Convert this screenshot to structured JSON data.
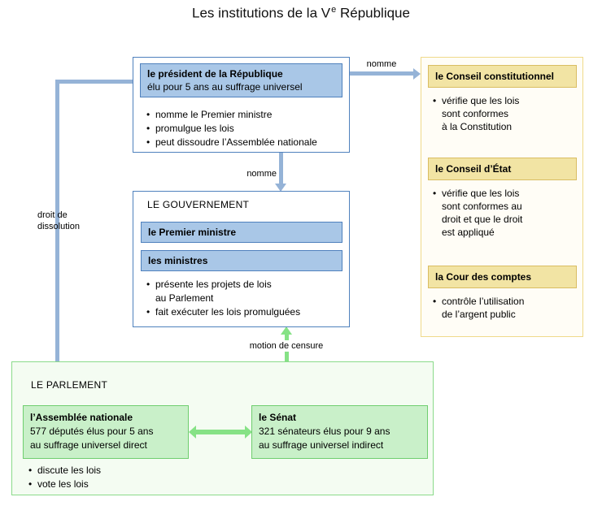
{
  "colors": {
    "blue_border": "#4f81bd",
    "blue_fill": "#a9c7e7",
    "blue_arrow": "#95b3d7",
    "yellow_fill": "#f2e4a4",
    "yellow_border": "#d9bd62",
    "green_fill": "#c9f0c9",
    "green_border": "#6fce6f",
    "green_arrow": "#86e286"
  },
  "title": {
    "prefix": "Les institutions de la V",
    "sup": "e",
    "suffix": " République"
  },
  "president": {
    "title": "le président de la République",
    "subtitle": "élu pour 5 ans au suffrage universel",
    "bullets": [
      "nomme le Premier ministre",
      "promulgue les lois",
      "peut dissoudre l’Assemblée nationale"
    ]
  },
  "government": {
    "label": "LE GOUVERNEMENT",
    "prime_minister": "le Premier ministre",
    "ministers": "les ministres",
    "bullets": [
      "présente les projets de lois\nau Parlement",
      "fait exécuter les lois promulguées"
    ]
  },
  "councils": [
    {
      "title": "le Conseil constitutionnel",
      "bullet": "vérifie que les lois\nsont conformes\nà la Constitution"
    },
    {
      "title": "le Conseil d’État",
      "bullet": "vérifie que les lois\nsont conformes au\ndroit et que le droit\nest appliqué"
    },
    {
      "title": "la Cour des comptes",
      "bullet": "contrôle l’utilisation\nde l’argent public"
    }
  ],
  "parliament": {
    "label": "LE PARLEMENT",
    "assembly": {
      "title": "l’Assemblée nationale",
      "line1": "577 députés élus pour 5 ans",
      "line2": "au suffrage universel direct"
    },
    "senate": {
      "title": "le Sénat",
      "line1": "321 sénateurs élus pour 9 ans",
      "line2": "au suffrage universel indirect"
    },
    "bullets": [
      "discute les lois",
      "vote les lois"
    ]
  },
  "arrows": {
    "nomme_council": "nomme",
    "nomme_government": "nomme",
    "dissolution": "droit de\ndissolution",
    "censure": "motion de censure"
  }
}
